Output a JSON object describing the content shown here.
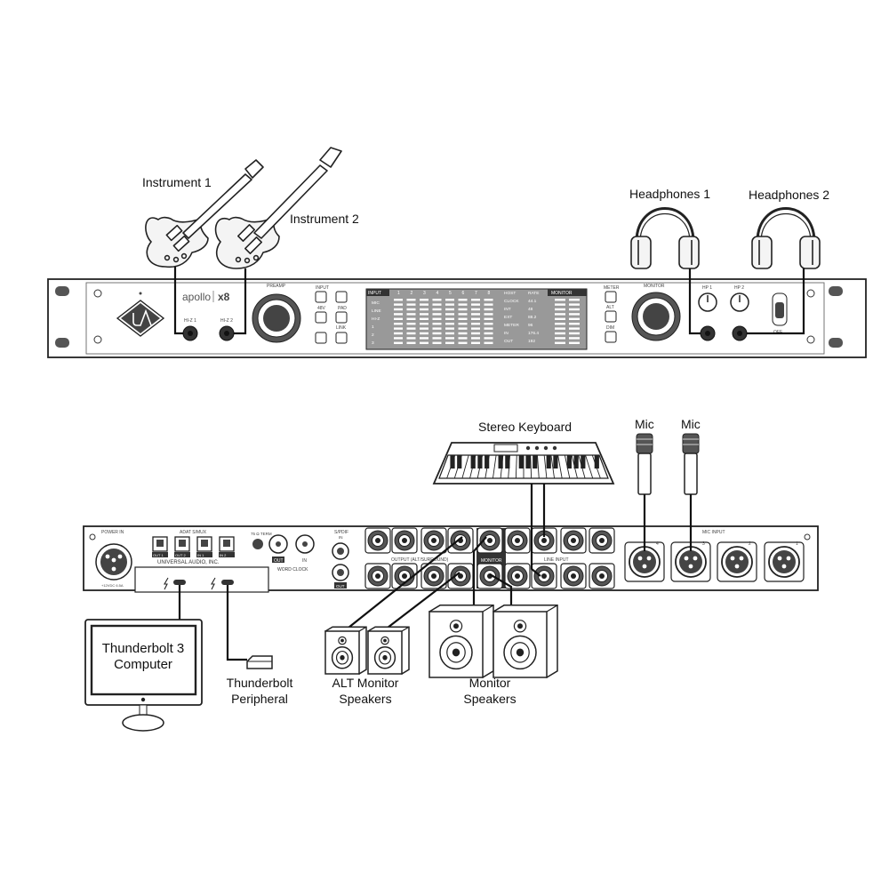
{
  "labels": {
    "instrument_1": "Instrument 1",
    "instrument_2": "Instrument 2",
    "headphones_1": "Headphones 1",
    "headphones_2": "Headphones 2",
    "stereo_keyboard": "Stereo Keyboard",
    "mic_1": "Mic",
    "mic_2": "Mic",
    "computer_line1": "Thunderbolt 3",
    "computer_line2": "Computer",
    "peripheral_line1": "Thunderbolt",
    "peripheral_line2": "Peripheral",
    "alt_speakers_line1": "ALT Monitor",
    "alt_speakers_line2": "Speakers",
    "monitor_speakers_line1": "Monitor",
    "monitor_speakers_line2": "Speakers"
  },
  "front_panel": {
    "brand": "apollo",
    "model": "x8",
    "preamp": "PREAMP",
    "monitor": "MONITOR",
    "hiz1": "HI-Z 1",
    "hiz2": "HI-Z 2",
    "hp1": "HP 1",
    "hp2": "HP 2",
    "off": "OFF",
    "input_buttons": [
      "INPUT",
      "48V",
      "PAD",
      "LINK"
    ],
    "meter_buttons": [
      "METER",
      "ALT",
      "DIM"
    ],
    "meter_header": "INPUT",
    "channel_numbers": [
      "1",
      "2",
      "3",
      "4",
      "5",
      "6",
      "7",
      "8"
    ],
    "input_rows": [
      "MIC",
      "LINE",
      "HI-Z",
      "1",
      "2",
      "3"
    ],
    "host_labels": [
      "HOST",
      "CLOCK",
      "INT",
      "EXT",
      "METER",
      "IN",
      "OUT"
    ],
    "rate_labels": [
      "RATE",
      "44.1",
      "48",
      "88.2",
      "96",
      "176.4",
      "192"
    ],
    "monitor_header": "MONITOR"
  },
  "rear_panel": {
    "power": "POWER IN",
    "power_spec": "+12VDC 6.5A",
    "adat": "ADAT S/MUX",
    "optical": [
      "OUT 1",
      "OUT 2",
      "IN 1",
      "IN 2"
    ],
    "vendor": "UNIVERSAL AUDIO, INC.",
    "wordclock": "WORD CLOCK",
    "termination": "75 Ω TERM",
    "wc_out": "OUT",
    "wc_in": "IN",
    "spdif": "S/PDIF",
    "spdif_in": "IN",
    "spdif_out": "OUT",
    "output": "OUTPUT (ALT/SURROUND)",
    "monitor": "MONITOR",
    "line_input": "LINE INPUT",
    "mic_input": "MIC INPUT",
    "mic_numbers": [
      "4",
      "3",
      "2",
      "1"
    ]
  }
}
